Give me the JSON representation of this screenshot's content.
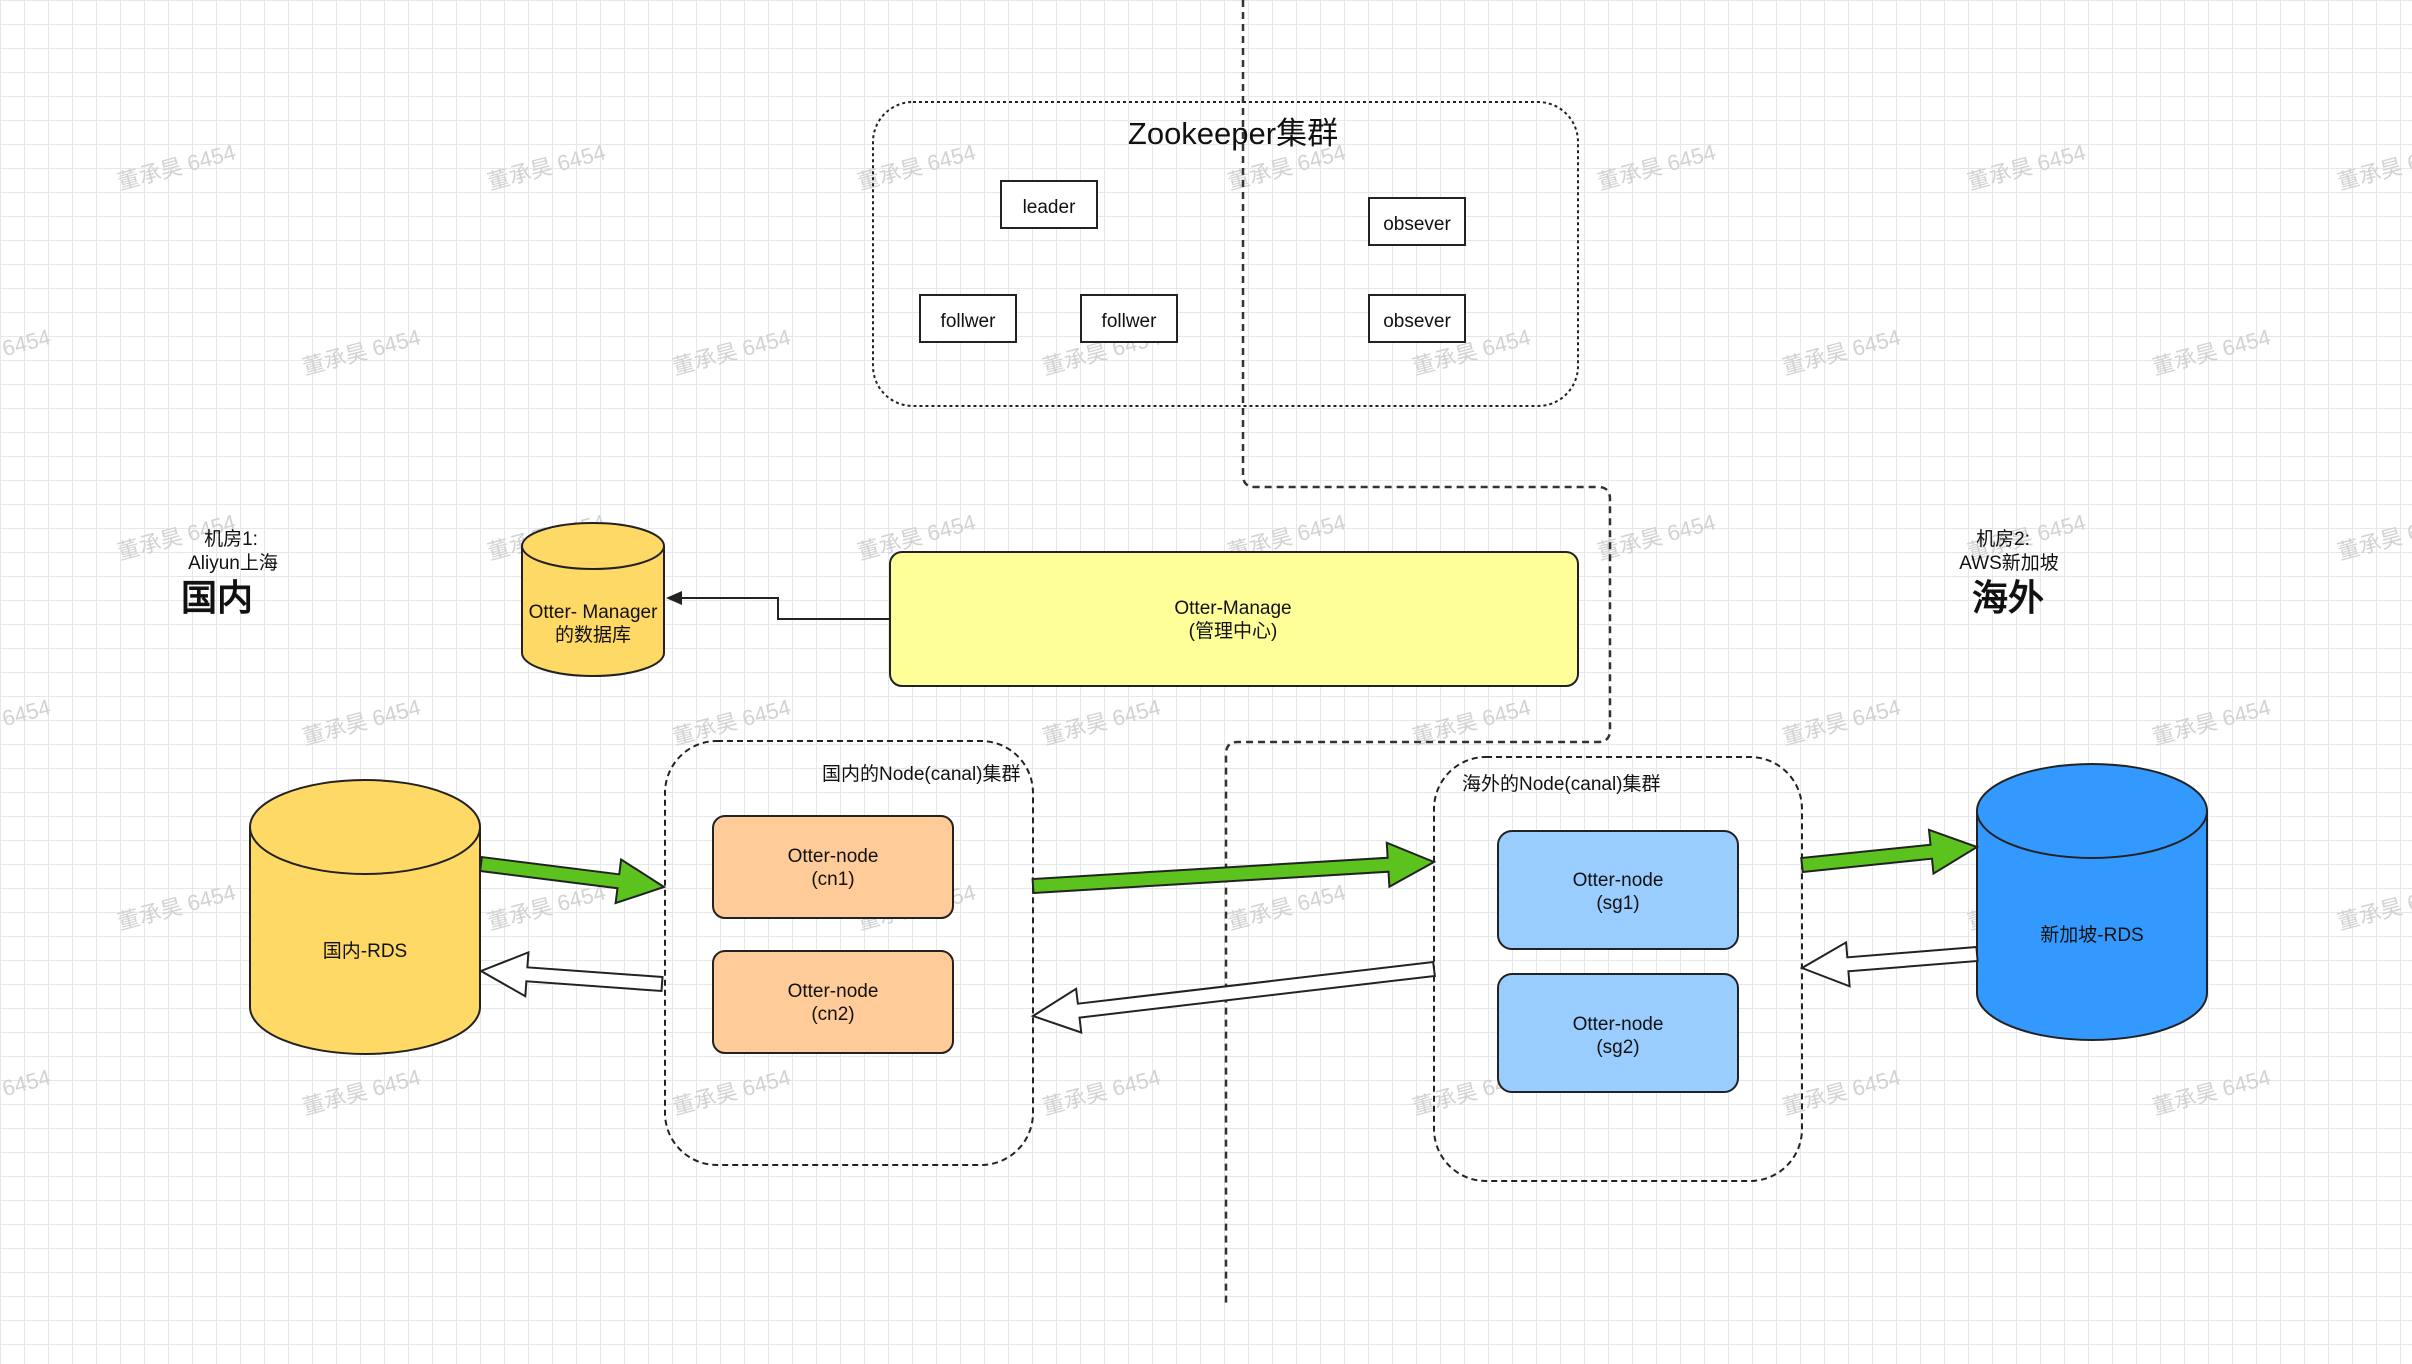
{
  "zookeeper": {
    "title": "Zookeeper集群",
    "nodes": {
      "leader": "leader",
      "follower1": "follwer",
      "follower2": "follwer",
      "observer1": "obsever",
      "observer2": "obsever"
    }
  },
  "site1": {
    "line1": "机房1:",
    "line2": "Aliyun上海",
    "title": "国内"
  },
  "site2": {
    "line1": "机房2:",
    "line2": "AWS新加坡",
    "title": "海外"
  },
  "manager_db": {
    "line1": "Otter- Manager",
    "line2": "的数据库"
  },
  "manager": {
    "line1": "Otter-Manage",
    "line2": "(管理中心)"
  },
  "cn_cluster": {
    "title": "国内的Node(canal)集群",
    "node1": {
      "line1": "Otter-node",
      "line2": "(cn1)"
    },
    "node2": {
      "line1": "Otter-node",
      "line2": "(cn2)"
    }
  },
  "sg_cluster": {
    "title": "海外的Node(canal)集群",
    "node1": {
      "line1": "Otter-node",
      "line2": "(sg1)"
    },
    "node2": {
      "line1": "Otter-node",
      "line2": "(sg2)"
    }
  },
  "cn_rds": {
    "label": "国内-RDS"
  },
  "sg_rds": {
    "label": "新加坡-RDS"
  },
  "watermark": "董承昊 6454",
  "colors": {
    "cn_db": "#FFD966",
    "sg_db": "#3399FF",
    "manager": "#FFFF99",
    "cn_node": "#FFCC99",
    "sg_node": "#99CCFF",
    "arrow_green": "#5CC21D"
  }
}
